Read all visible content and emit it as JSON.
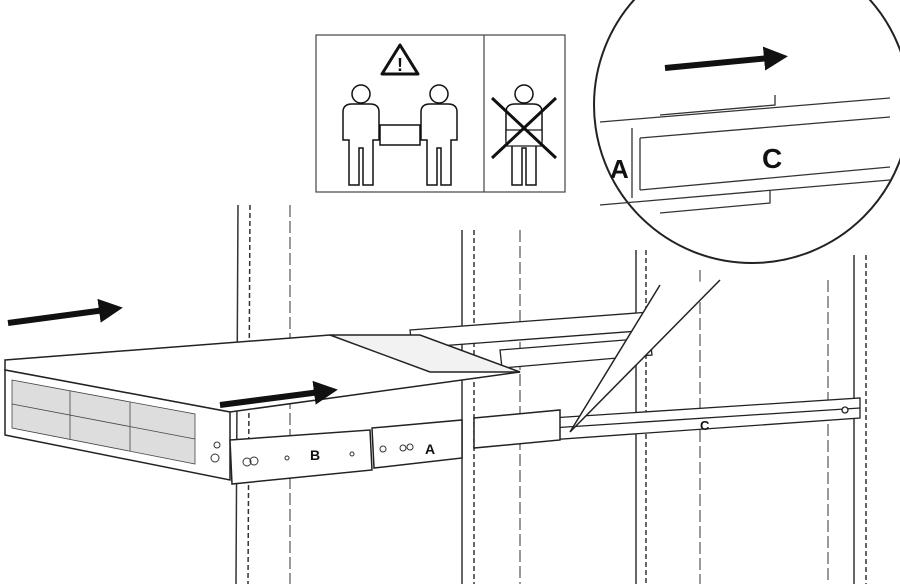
{
  "diagram": {
    "warning_panel": {
      "symbol": "!",
      "icons": [
        "warning-triangle-icon",
        "two-person-lift-icon",
        "no-single-person-lift-icon"
      ]
    },
    "labels": {
      "slide_b": "B",
      "slide_a": "A",
      "rail_c": "C",
      "zoom_a": "A",
      "zoom_c": "C"
    },
    "colors": {
      "line": "#111111",
      "background": "#ffffff"
    }
  }
}
